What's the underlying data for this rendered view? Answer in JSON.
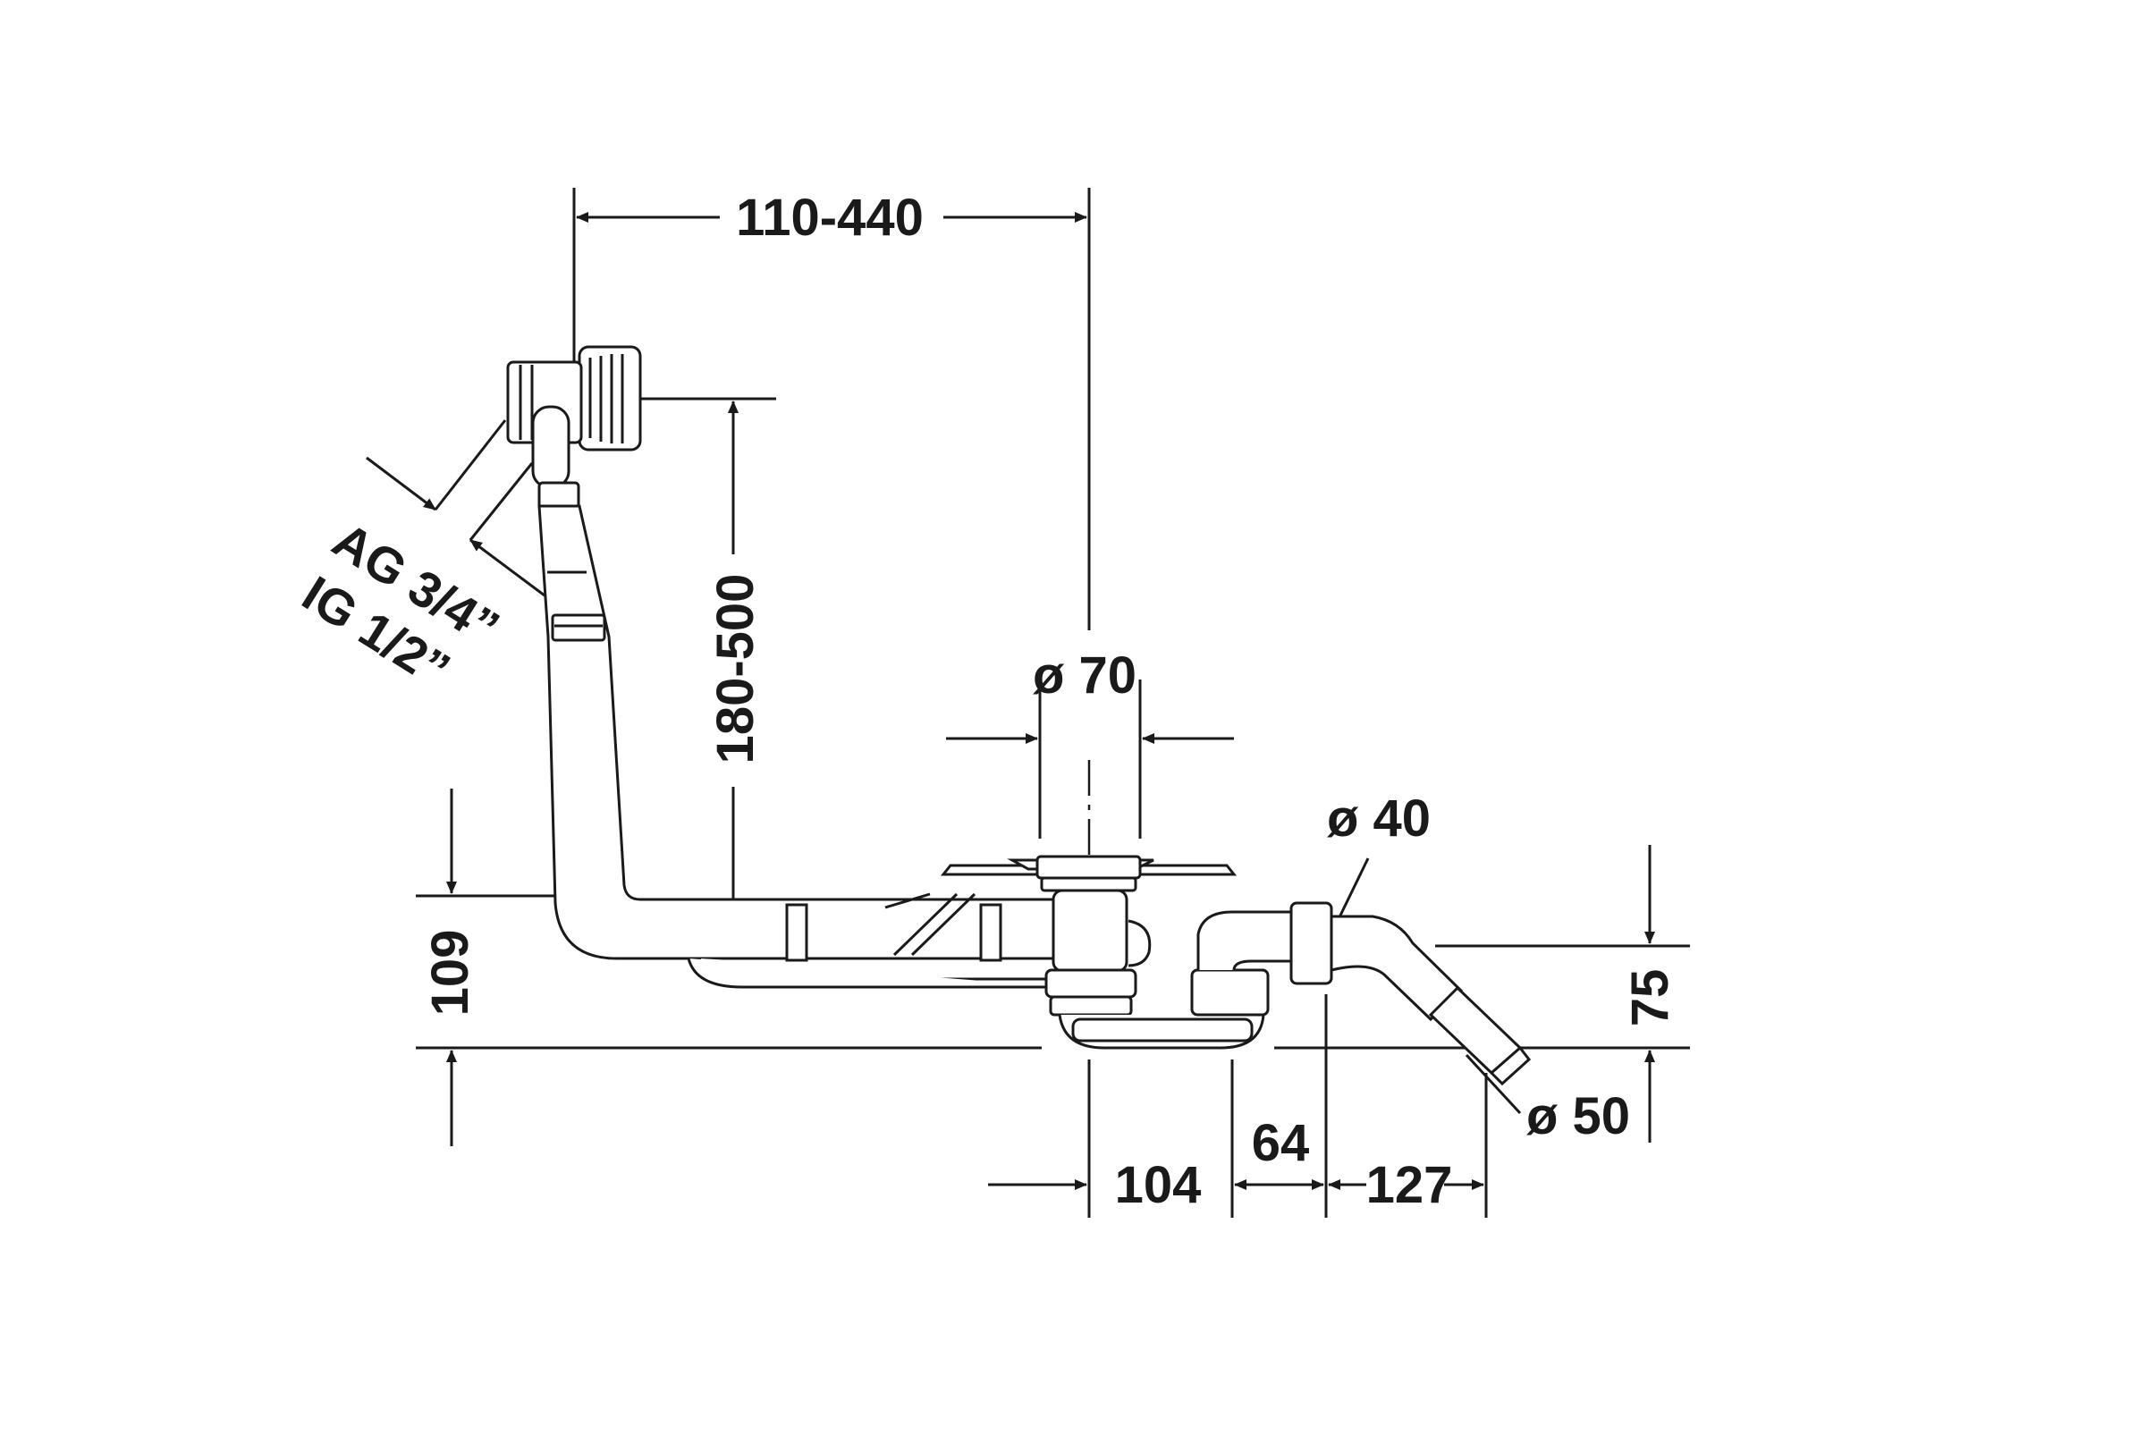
{
  "colors": {
    "line": "#1a1a1a",
    "background": "#ffffff"
  },
  "dimensions": {
    "adjust_horizontal": "110-440",
    "adjust_vertical": "180-500",
    "overflow_thread_outer": "AG 3/4”",
    "overflow_thread_inner": "IG 1/2”",
    "drain_diameter": "ø 70",
    "trap_inlet_diameter": "ø 40",
    "outlet_diameter": "ø 50",
    "waste_height": "109",
    "outlet_height": "75",
    "offset_a": "104",
    "offset_b": "64",
    "offset_c": "127"
  }
}
